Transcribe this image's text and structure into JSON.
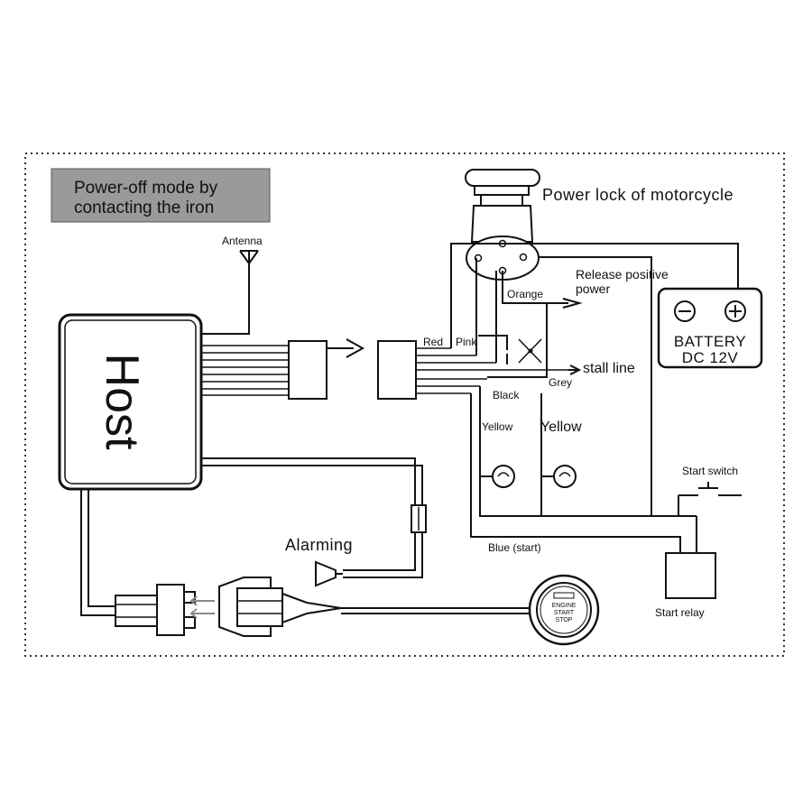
{
  "title_lines": [
    "Power-off mode by",
    "contacting the iron"
  ],
  "host_label": "Host",
  "antenna_label": "Antenna",
  "power_lock_label": "Power lock of motorcycle",
  "release_positive_lines": [
    "Release positive",
    "power"
  ],
  "stall_line_label": "stall line",
  "battery_lines": [
    "BATTERY",
    "DC 12V"
  ],
  "wire_labels": {
    "red": "Red",
    "pink": "Pink",
    "orange": "Orange",
    "black": "Black",
    "grey": "Grey",
    "yellow_left": "Yellow",
    "yellow_right": "Yellow",
    "blue_start": "Blue (start)"
  },
  "start_switch_label": "Start switch",
  "start_relay_label": "Start relay",
  "alarming_label": "Alarming",
  "engine_button_lines": [
    "ENGINE",
    "START",
    "STOP"
  ],
  "icons": [
    "antenna-icon",
    "siren-icon",
    "bulb-icon",
    "switch-icon",
    "engine-start-stop-button"
  ],
  "colors": {
    "line": "#111111",
    "title_background": "#9a9a9a"
  }
}
